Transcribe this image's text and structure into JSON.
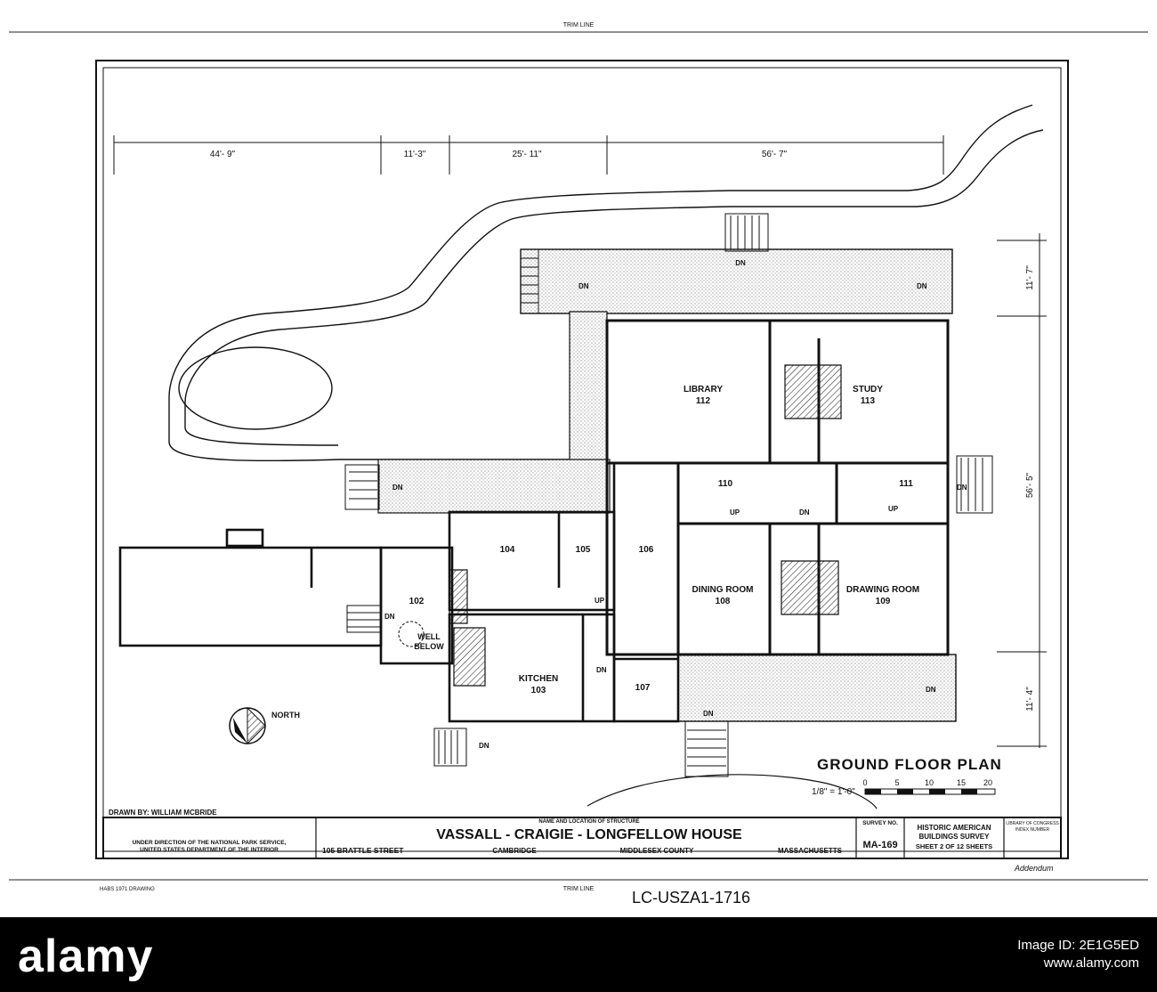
{
  "drawing": {
    "trim_line": "TRIM LINE",
    "dimensions_top": [
      "44'- 9\"",
      "11'-3\"",
      "25'- 11\"",
      "56'- 7\""
    ],
    "dimensions_right": [
      "11'- 7\"",
      "56'- 5\"",
      "11'- 4\""
    ],
    "rooms": {
      "library": "LIBRARY",
      "library_no": "112",
      "study": "STUDY",
      "study_no": "113",
      "r110": "110",
      "r111": "111",
      "r104": "104",
      "r105": "105",
      "r106": "106",
      "r102": "102",
      "r107": "107",
      "dining": "DINING ROOM",
      "dining_no": "108",
      "drawing": "DRAWING ROOM",
      "drawing_no": "109",
      "kitchen": "KITCHEN",
      "kitchen_no": "103",
      "well_1": "WELL",
      "well_2": "BELOW"
    },
    "dn": "DN",
    "up": "UP",
    "north": "NORTH",
    "plan_title": "GROUND FLOOR PLAN",
    "scale_label": "1/8\" = 1'-0\"",
    "scale_ticks": [
      "0",
      "5",
      "10",
      "15",
      "20"
    ]
  },
  "title_block": {
    "drawn_by": "DRAWN BY:  WILLIAM MCBRIDE",
    "under_direction_1": "UNDER DIRECTION OF THE NATIONAL PARK SERVICE,",
    "under_direction_2": "UNITED STATES DEPARTMENT OF THE INTERIOR",
    "name_location": "NAME AND LOCATION OF STRUCTURE",
    "house_name": "VASSALL - CRAIGIE - LONGFELLOW HOUSE",
    "street": "105 BRATTLE STREET",
    "city": "CAMBRIDGE",
    "county": "MIDDLESEX COUNTY",
    "state": "MASSACHUSETTS",
    "survey_no_label": "SURVEY NO.",
    "survey_no": "MA-169",
    "habs_1": "HISTORIC AMERICAN",
    "habs_2": "BUILDINGS SURVEY",
    "sheet": "SHEET 2  OF 12 SHEETS",
    "small_right_1": "LIBRARY OF CONGRESS",
    "small_right_2": "INDEX NUMBER",
    "addendum": "Addendum",
    "lc_number": "LC-USZA1-1716",
    "bottom_left_note": "HABS 1971 DRAWING"
  },
  "stock": {
    "logo": "alamy",
    "image_id_label": "Image ID: 2E1G5ED",
    "site": "www.alamy.com"
  }
}
